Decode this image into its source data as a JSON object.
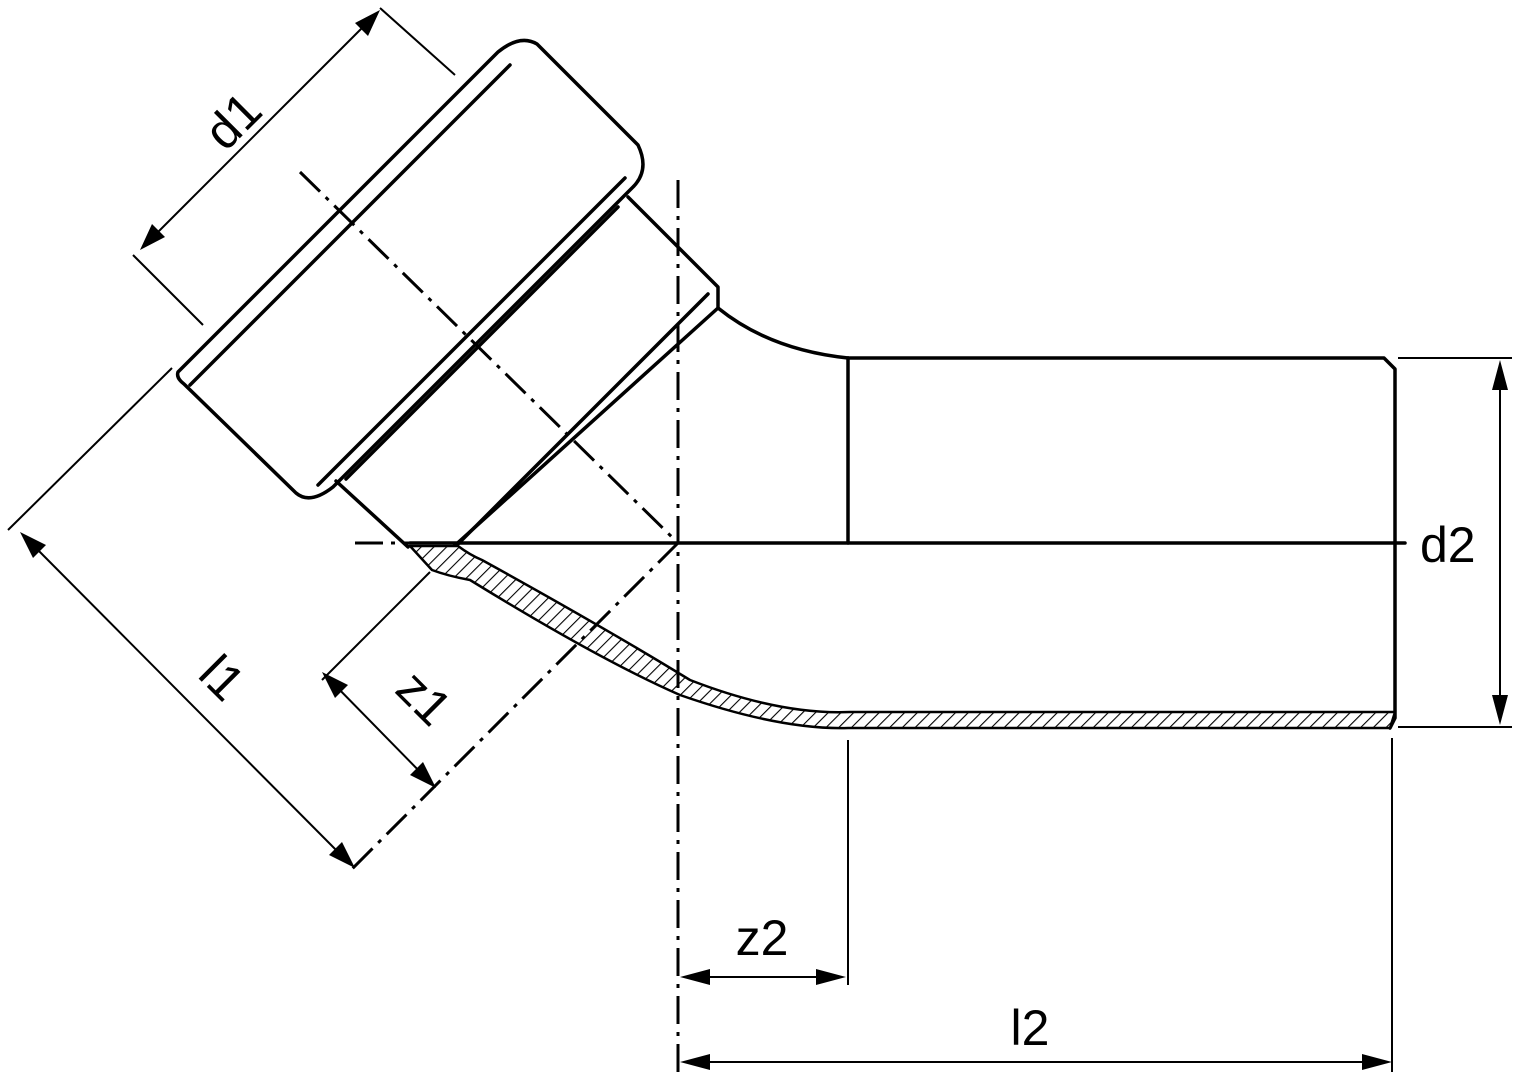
{
  "drawing": {
    "labels": {
      "d1": "d1",
      "d2": "d2",
      "l1": "l1",
      "z1": "z1",
      "z2": "z2",
      "l2": "l2"
    }
  }
}
